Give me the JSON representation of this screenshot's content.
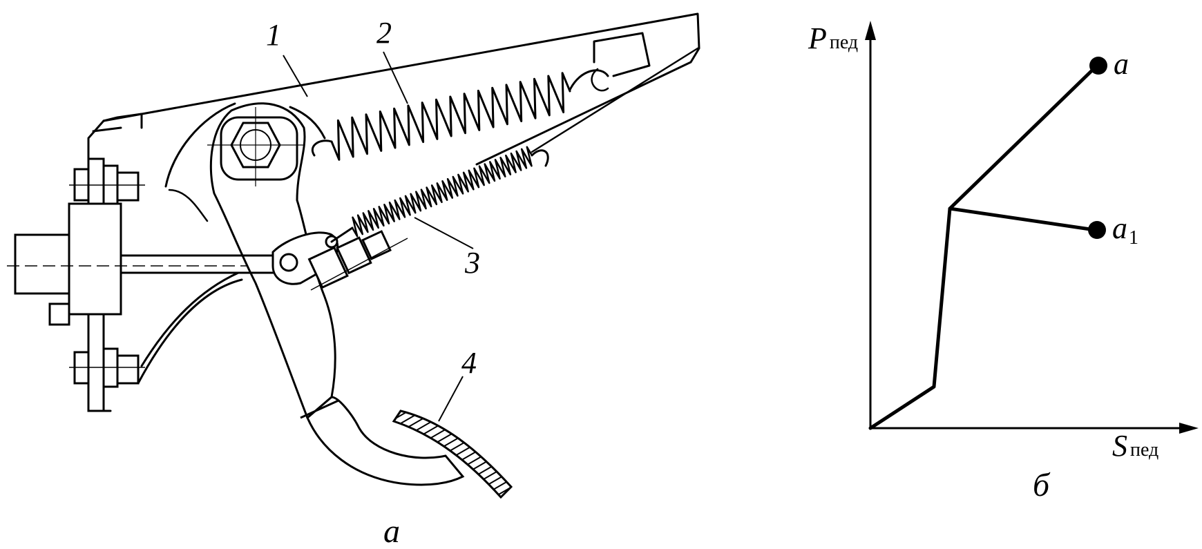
{
  "diagram_a": {
    "part_labels": [
      "1",
      "2",
      "3",
      "4"
    ],
    "caption": "а"
  },
  "diagram_b": {
    "y_axis_label": "P",
    "y_axis_sub": "пед",
    "x_axis_label": "S",
    "x_axis_sub": "пед",
    "point_a_label": "a",
    "point_a1_label": "a",
    "point_a1_sub": "1",
    "caption": "б"
  }
}
